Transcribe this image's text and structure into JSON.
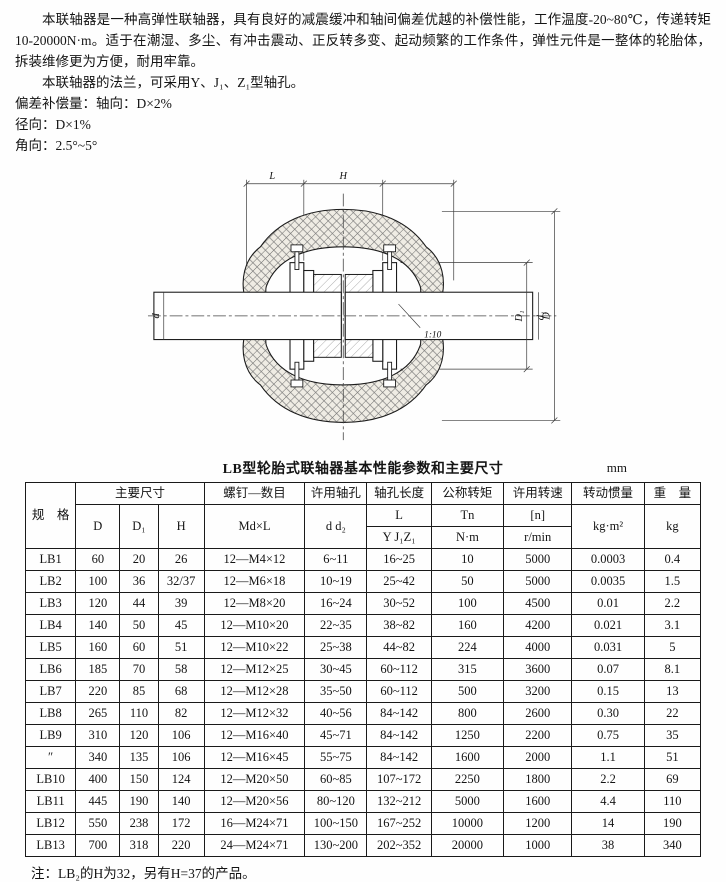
{
  "intro": {
    "para1": "本联轴器是一种高弹性联轴器，具有良好的减震缓冲和轴间偏差优越的补偿性能，工作温度-20~80℃，传递转矩10-20000N·m。适于在潮湿、多尘、有冲击震动、正反转多变、起动频繁的工作条件，弹性元件是一整体的轮胎体，拆装维修更为方便，耐用牢靠。",
    "para2": "本联轴器的法兰，可采用Y、J₁、Z₁型轴孔。",
    "comp_axial": "偏差补偿量：轴向：D×2%",
    "comp_radial": "径向：D×1%",
    "comp_angular": "角向：2.5°~5°"
  },
  "drawing": {
    "dim_L": "L",
    "dim_H": "H",
    "dim_d": "d",
    "dim_d1": "d₁",
    "dim_D": "D",
    "dim_D1": "D₁",
    "taper": "1:10"
  },
  "table": {
    "title": "LB型轮胎式联轴器基本性能参数和主要尺寸",
    "unit": "mm",
    "headers": {
      "spec": "规　格",
      "main_dims": "主要尺寸",
      "D": "D",
      "D1": "D₁",
      "H": "H",
      "bolts": "螺钉—数目",
      "bolts_sub": "Md×L",
      "bore": "许用轴孔",
      "bore_sub": "d d₂",
      "bore_len": "轴孔长度",
      "bore_len_sub": "L",
      "bore_len_sub2": "Y J₁Z₁",
      "torque": "公称转矩",
      "torque_sub": "Tn",
      "torque_unit": "N·m",
      "speed": "许用转速",
      "speed_sub": "[n]",
      "speed_unit": "r/min",
      "inertia": "转动惯量",
      "inertia_unit": "kg·m²",
      "weight": "重　量",
      "weight_unit": "kg"
    },
    "rows": [
      [
        "LB1",
        "60",
        "20",
        "26",
        "12—M4×12",
        "6~11",
        "16~25",
        "10",
        "5000",
        "0.0003",
        "0.4"
      ],
      [
        "LB2",
        "100",
        "36",
        "32/37",
        "12—M6×18",
        "10~19",
        "25~42",
        "50",
        "5000",
        "0.0035",
        "1.5"
      ],
      [
        "LB3",
        "120",
        "44",
        "39",
        "12—M8×20",
        "16~24",
        "30~52",
        "100",
        "4500",
        "0.01",
        "2.2"
      ],
      [
        "LB4",
        "140",
        "50",
        "45",
        "12—M10×20",
        "22~35",
        "38~82",
        "160",
        "4200",
        "0.021",
        "3.1"
      ],
      [
        "LB5",
        "160",
        "60",
        "51",
        "12—M10×22",
        "25~38",
        "44~82",
        "224",
        "4000",
        "0.031",
        "5"
      ],
      [
        "LB6",
        "185",
        "70",
        "58",
        "12—M12×25",
        "30~45",
        "60~112",
        "315",
        "3600",
        "0.07",
        "8.1"
      ],
      [
        "LB7",
        "220",
        "85",
        "68",
        "12—M12×28",
        "35~50",
        "60~112",
        "500",
        "3200",
        "0.15",
        "13"
      ],
      [
        "LB8",
        "265",
        "110",
        "82",
        "12—M12×32",
        "40~56",
        "84~142",
        "800",
        "2600",
        "0.30",
        "22"
      ],
      [
        "LB9",
        "310",
        "120",
        "106",
        "12—M16×40",
        "45~71",
        "84~142",
        "1250",
        "2200",
        "0.75",
        "35"
      ],
      [
        "″",
        "340",
        "135",
        "106",
        "12—M16×45",
        "55~75",
        "84~142",
        "1600",
        "2000",
        "1.1",
        "51"
      ],
      [
        "LB10",
        "400",
        "150",
        "124",
        "12—M20×50",
        "60~85",
        "107~172",
        "2250",
        "1800",
        "2.2",
        "69"
      ],
      [
        "LB11",
        "445",
        "190",
        "140",
        "12—M20×56",
        "80~120",
        "132~212",
        "5000",
        "1600",
        "4.4",
        "110"
      ],
      [
        "LB12",
        "550",
        "238",
        "172",
        "16—M24×71",
        "100~150",
        "167~252",
        "10000",
        "1200",
        "14",
        "190"
      ],
      [
        "LB13",
        "700",
        "318",
        "220",
        "24—M24×71",
        "130~200",
        "202~352",
        "20000",
        "1000",
        "38",
        "340"
      ]
    ]
  },
  "footnote": "注：LB₂的H为32，另有H=37的产品。"
}
